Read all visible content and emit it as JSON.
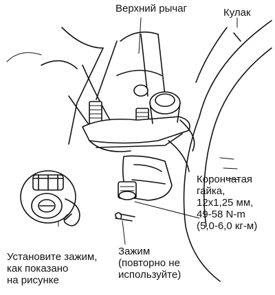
{
  "labels": {
    "upper_arm": "Верхний рычаг",
    "knuckle": "Кулак",
    "nut": {
      "line1": "Корончатая",
      "line2": "гайка,",
      "line3": "12x1,25 мм,",
      "line4": "49-58 N-m",
      "line5": "(5,0-6,0 кг-м)"
    },
    "install_clip": {
      "line1": "Установите зажим,",
      "line2": "как показано",
      "line3": "на рисунке"
    },
    "clip": {
      "line1": "Зажим",
      "line2": "(повторно не",
      "line3": "используйте)"
    }
  },
  "colors": {
    "ink": "#111111",
    "paper": "#ffffff"
  }
}
